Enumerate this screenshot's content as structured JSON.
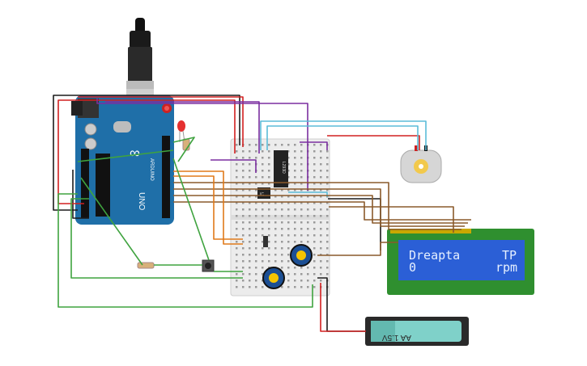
{
  "arduino": {
    "logo_text": "∞",
    "model": "UNO",
    "brand": "ARDUINO"
  },
  "driver_chip": {
    "label": "L293D"
  },
  "small_chip": {
    "label": "IC"
  },
  "lcd": {
    "line1_left": "Dreapta",
    "line1_right": "TP",
    "line2_left": "0",
    "line2_right": "rpm"
  },
  "battery": {
    "label": "AA 1.5V"
  },
  "colors": {
    "usb": "#222222",
    "arduino_board": "#1f6fa8",
    "breadboard": "#ececec",
    "lcd_board": "#2f8f2f",
    "lcd_screen": "#2b5fd6",
    "battery_body": "#7fd1c9",
    "wire_red": "#d22020",
    "wire_black": "#1c1c1c",
    "wire_purple": "#7b2fa0",
    "wire_blue": "#5bbcd8",
    "wire_green": "#3fa33f",
    "wire_brown": "#8a5a2b",
    "wire_orange": "#e07a1a"
  }
}
